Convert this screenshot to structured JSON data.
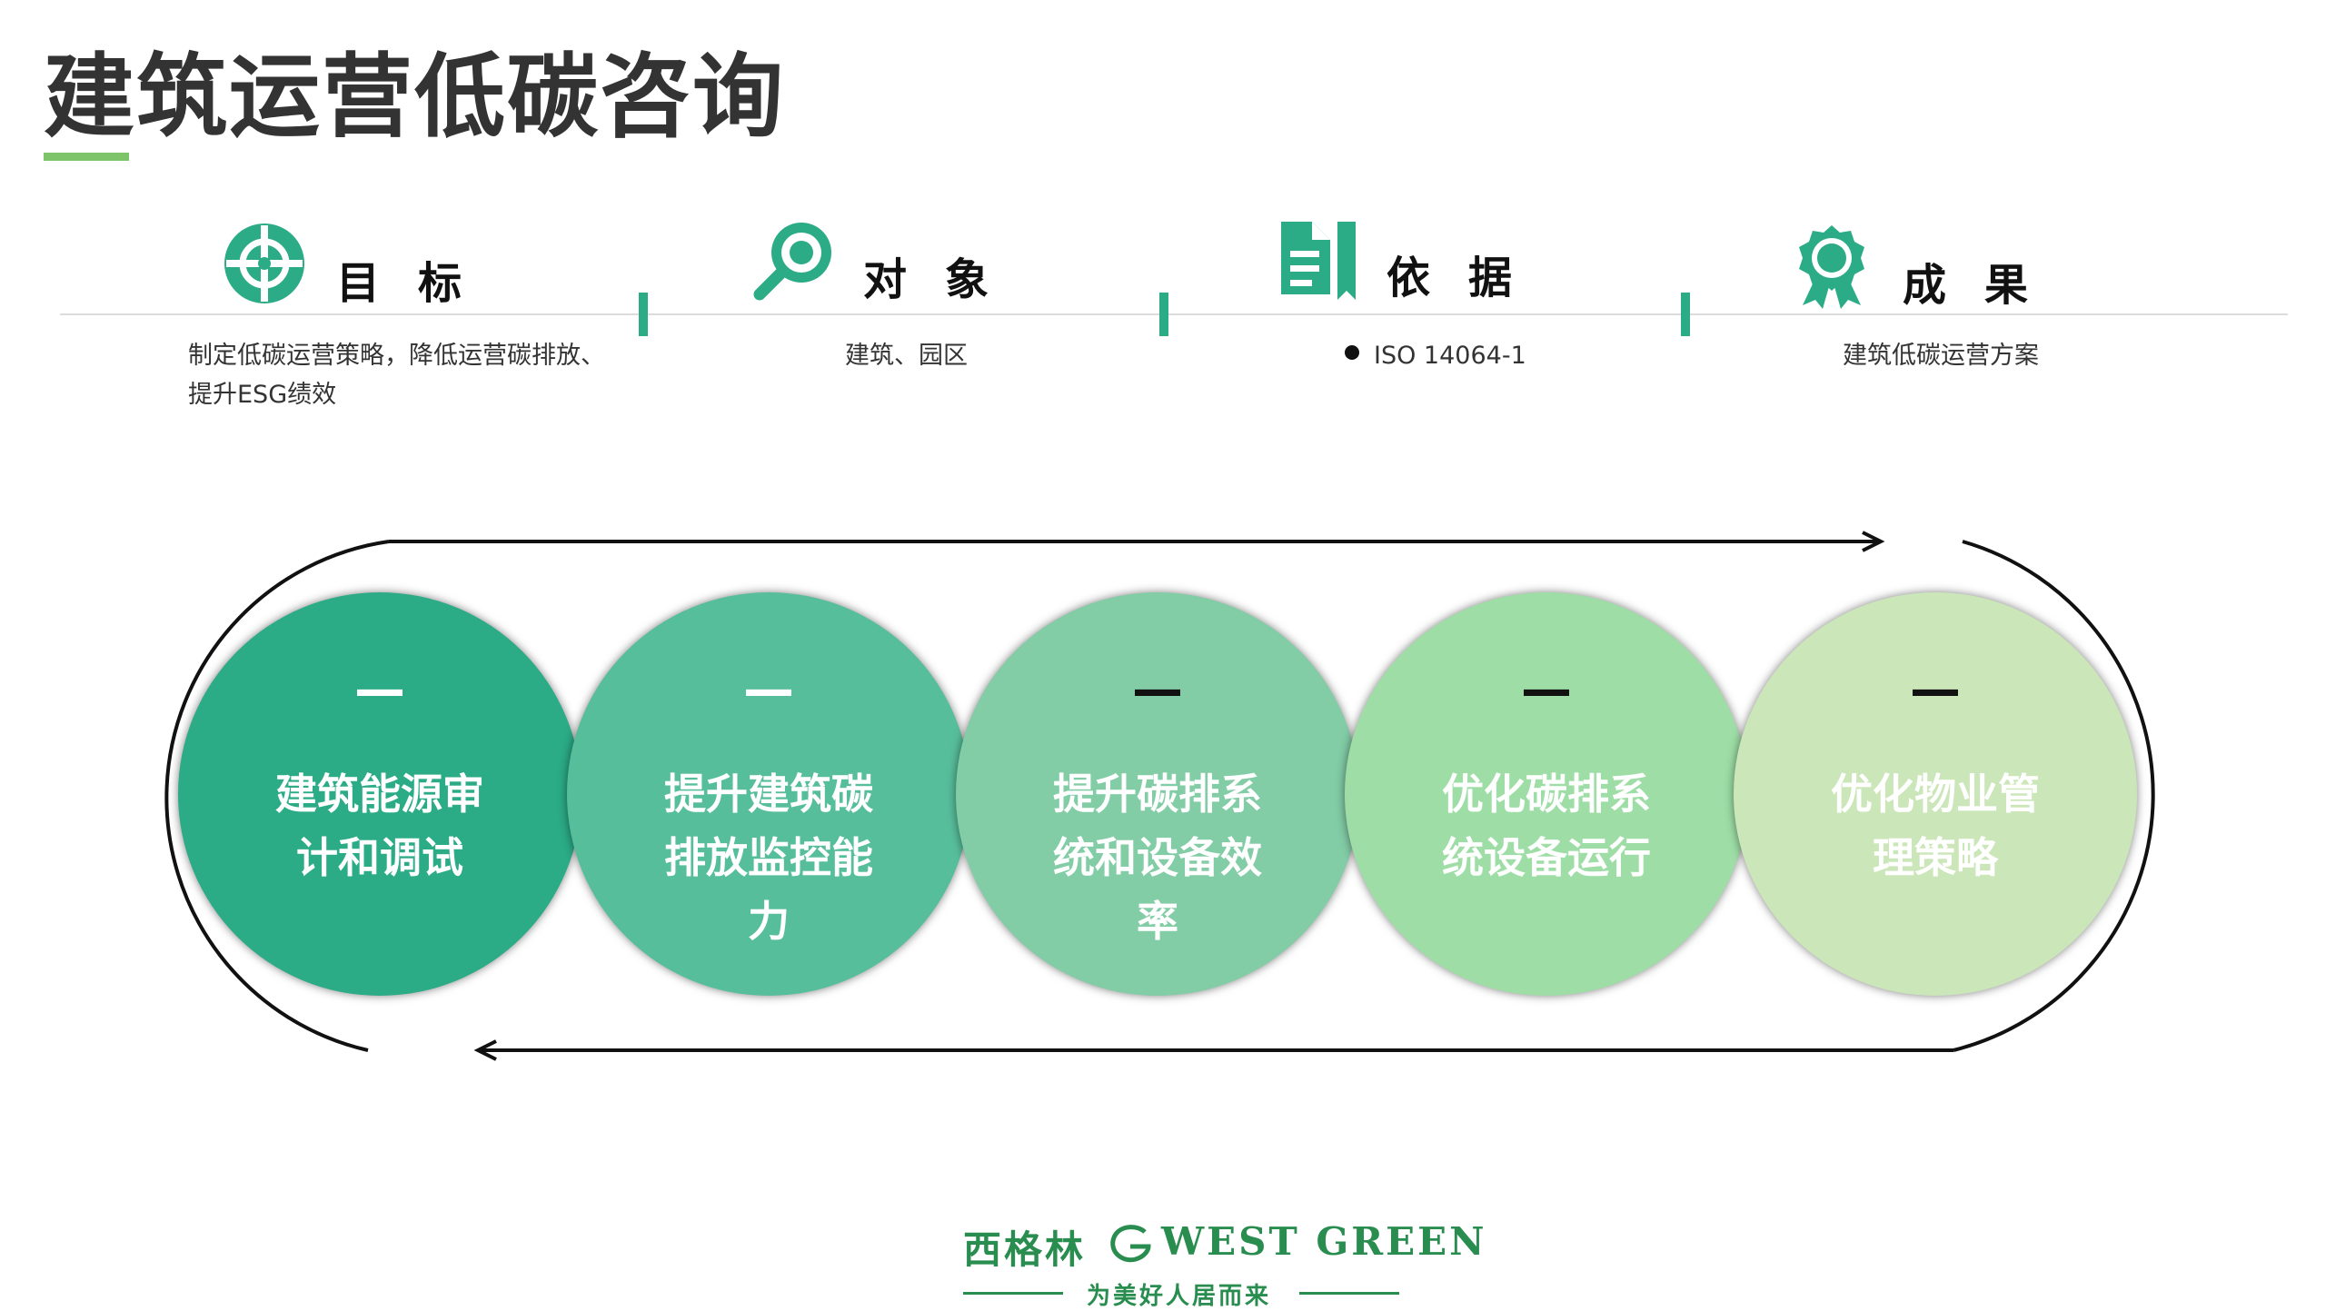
{
  "title": "建筑运营低碳咨询",
  "info": [
    {
      "icon": "target-icon",
      "heading": "目标",
      "desc": "制定低碳运营策略，降低运营碳排放、提升ESG绩效"
    },
    {
      "icon": "magnifier-icon",
      "heading": "对象",
      "desc": "建筑、园区"
    },
    {
      "icon": "document-icon",
      "heading": "依据",
      "desc": "ISO 14064-1"
    },
    {
      "icon": "award-icon",
      "heading": "成果",
      "desc": "建筑低碳运营方案"
    }
  ],
  "steps": [
    {
      "dash": "—",
      "text": "建筑能源审计和调试",
      "color": "#2bab86"
    },
    {
      "dash": "—",
      "text": "提升建筑碳排放监控能力",
      "color": "#57be9b"
    },
    {
      "dash": "—",
      "text": "提升碳排系统和设备效率",
      "color": "#82cca6"
    },
    {
      "dash": "—",
      "text": "优化碳排系统设备运行",
      "color": "#9edea6"
    },
    {
      "dash": "—",
      "text": "优化物业管理策略",
      "color": "#cbe6b8"
    }
  ],
  "logo": {
    "cn": "西格林",
    "en": "WEST GREEN",
    "slogan": "为美好人居而来",
    "color": "#2a8d50"
  },
  "colors": {
    "accent": "#2bab86",
    "title_underline": "#7dc46a"
  }
}
